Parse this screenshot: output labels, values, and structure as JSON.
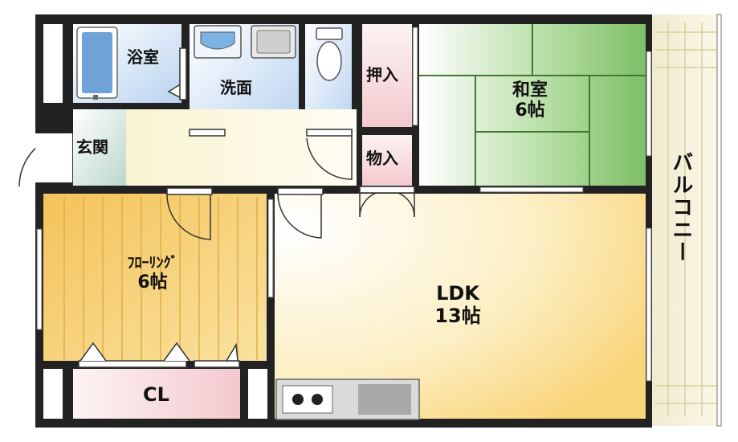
{
  "floorplan": {
    "rooms": {
      "bath": "浴室",
      "washroom": "洗面",
      "storage_closet": "押入",
      "japanese_room": {
        "name": "和室",
        "size": "6帖"
      },
      "entrance": "玄関",
      "store": "物入",
      "balcony": "バルコニー",
      "flooring_room": {
        "name": "ﾌﾛｰﾘﾝｸﾞ",
        "size": "6帖"
      },
      "ldk": {
        "name": "LDK",
        "size": "13帖"
      },
      "closet": "CL"
    },
    "colors": {
      "wall": "#222222",
      "bath": "#cfe0f4",
      "washroom": "#cfe0f4",
      "toilet": "#cfe0f4",
      "storage_pink": "#f5d5d8",
      "japanese_room": "#8fc67a",
      "entrance": "#c9dcd8",
      "flooring": "#f6cf72",
      "ldk": "#fbe08f",
      "balcony": "#f5f0d0"
    }
  }
}
